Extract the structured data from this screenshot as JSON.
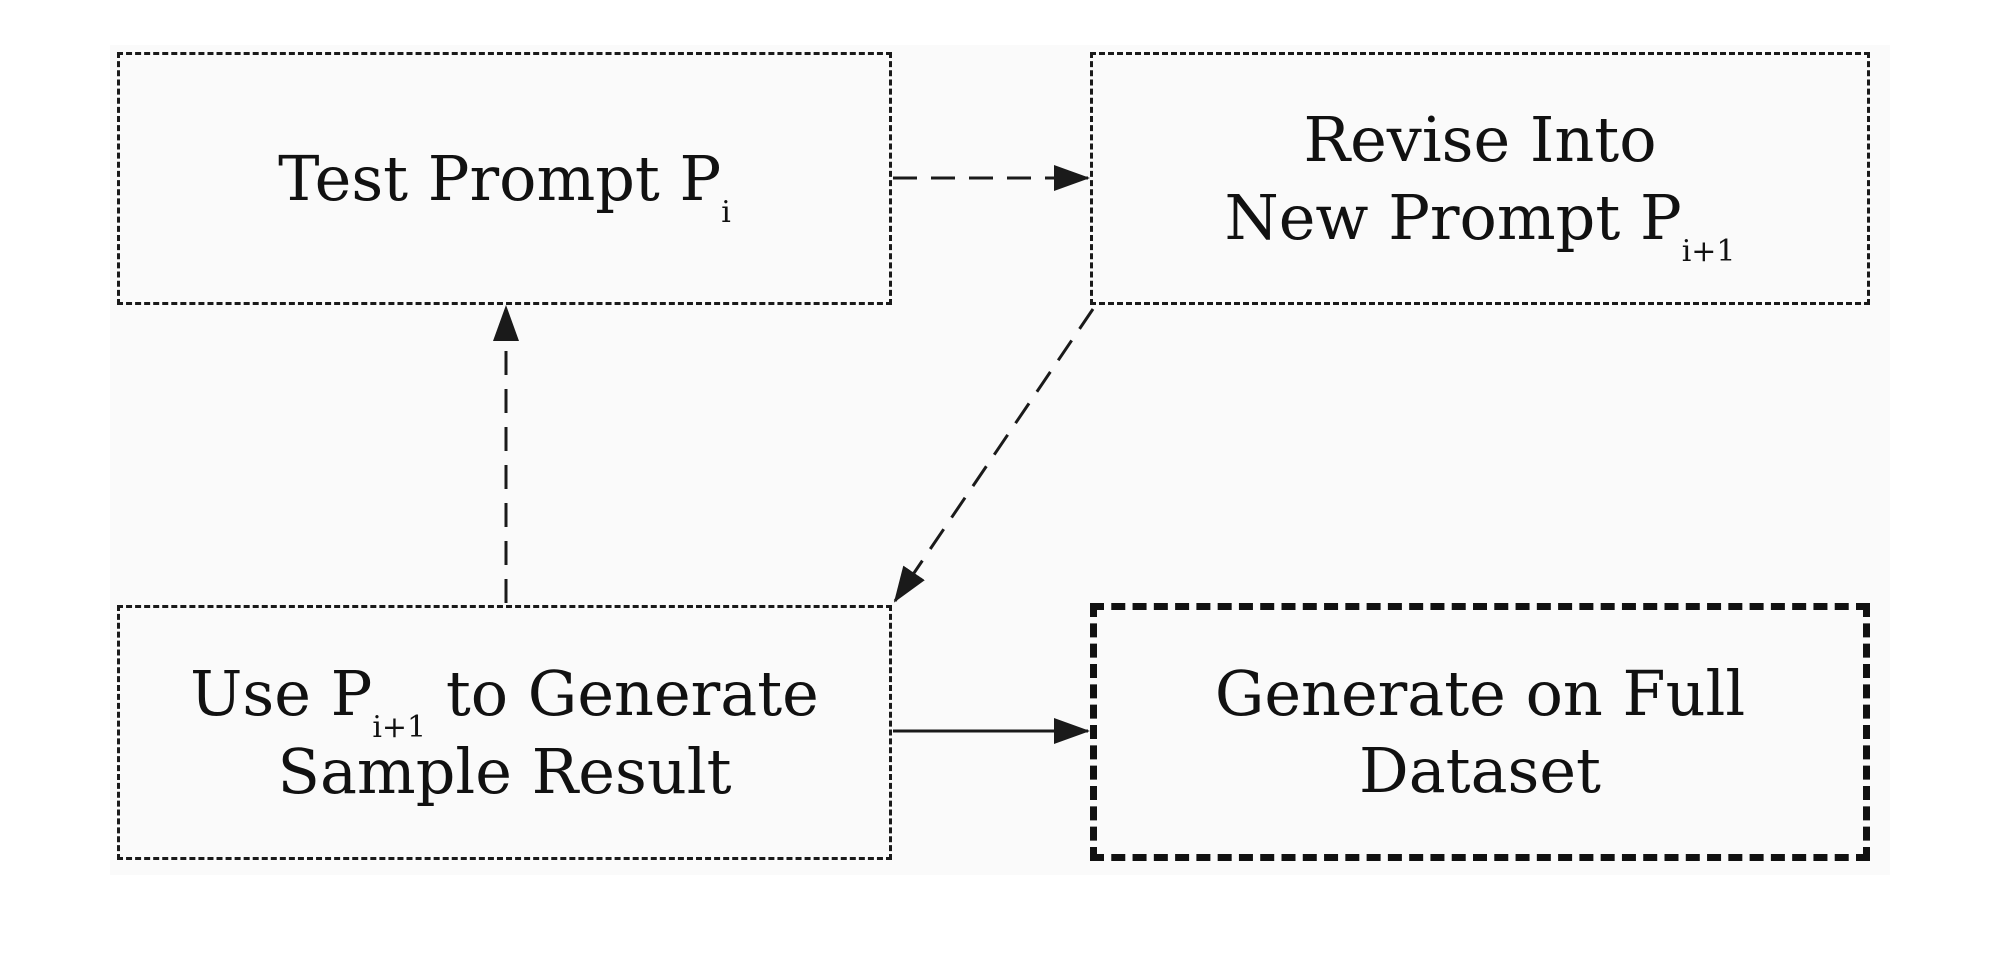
{
  "diagram": {
    "nodes": {
      "test_prompt": {
        "line1": "Test Prompt P",
        "line1_sub": "i"
      },
      "revise": {
        "line1": "Revise Into",
        "line2": "New Prompt P",
        "line2_sub": "i+1"
      },
      "use_prompt": {
        "line1_pre": "Use P",
        "line1_sub": "i+1",
        "line1_post": " to Generate",
        "line2": "Sample Result"
      },
      "full_dataset": {
        "line1": "Generate on Full",
        "line2": "Dataset"
      }
    },
    "edges": [
      {
        "from": "test_prompt",
        "to": "revise",
        "style": "dashed"
      },
      {
        "from": "revise",
        "to": "use_prompt",
        "style": "dashed"
      },
      {
        "from": "use_prompt",
        "to": "test_prompt",
        "style": "dashed"
      },
      {
        "from": "use_prompt",
        "to": "full_dataset",
        "style": "solid"
      }
    ],
    "colors": {
      "stroke": "#1a1a1a",
      "background": "#fafafa"
    }
  }
}
